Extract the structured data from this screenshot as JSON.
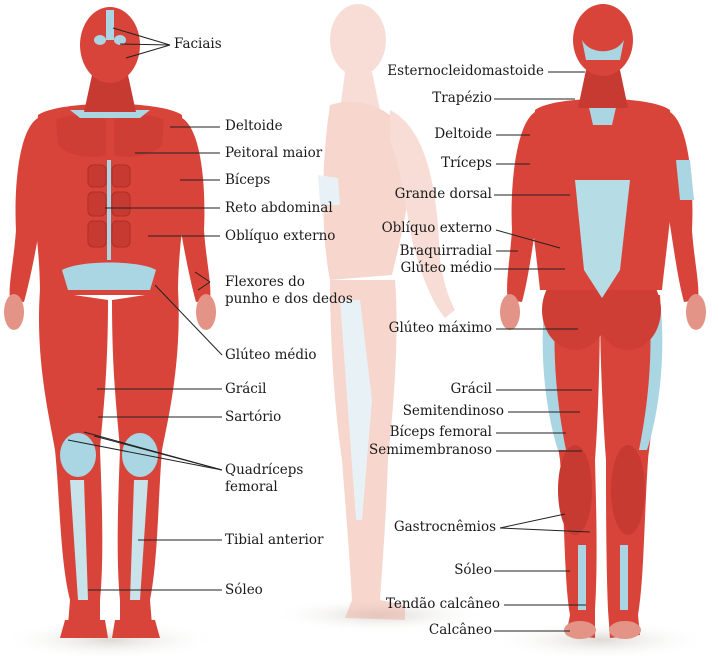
{
  "colors": {
    "muscle": "#d9443a",
    "muscle_dark": "#b8302a",
    "muscle_light": "#e8786b",
    "tendon": "#a9d6e2",
    "ghost": "#f2c3b6",
    "line": "#222222",
    "background": "#ffffff"
  },
  "front_labels": [
    {
      "id": "faciais",
      "text": "Faciais"
    },
    {
      "id": "deltoide",
      "text": "Deltoide"
    },
    {
      "id": "peitoral-maior",
      "text": "Peitoral maior"
    },
    {
      "id": "biceps",
      "text": "Bíceps"
    },
    {
      "id": "reto-abdominal",
      "text": "Reto abdominal"
    },
    {
      "id": "obliquo-externo",
      "text": "Oblíquo externo"
    },
    {
      "id": "flexores",
      "text": "Flexores do\npunho e dos dedos"
    },
    {
      "id": "gluteo-medio",
      "text": "Glúteo médio"
    },
    {
      "id": "gracil",
      "text": "Grácil"
    },
    {
      "id": "sartorio",
      "text": "Sartório"
    },
    {
      "id": "quadriceps",
      "text": "Quadríceps\nfemoral"
    },
    {
      "id": "tibial-anterior",
      "text": "Tibial anterior"
    },
    {
      "id": "soleo",
      "text": "Sóleo"
    }
  ],
  "back_labels": [
    {
      "id": "esternocleidomastoide",
      "text": "Esternocleidomastoide"
    },
    {
      "id": "trapezio",
      "text": "Trapézio"
    },
    {
      "id": "deltoide-back",
      "text": "Deltoide"
    },
    {
      "id": "triceps",
      "text": "Tríceps"
    },
    {
      "id": "grande-dorsal",
      "text": "Grande dorsal"
    },
    {
      "id": "obliquo-externo-back",
      "text": "Oblíquo externo"
    },
    {
      "id": "braquirradial",
      "text": "Braquirradial"
    },
    {
      "id": "gluteo-medio-back",
      "text": "Glúteo médio"
    },
    {
      "id": "gluteo-maximo",
      "text": "Glúteo máximo"
    },
    {
      "id": "gracil-back",
      "text": "Grácil"
    },
    {
      "id": "semitendinoso",
      "text": "Semitendinoso"
    },
    {
      "id": "biceps-femoral",
      "text": "Bíceps femoral"
    },
    {
      "id": "semimembranoso",
      "text": "Semimembranoso"
    },
    {
      "id": "gastrocnemios",
      "text": "Gastrocnêmios"
    },
    {
      "id": "soleo-back",
      "text": "Sóleo"
    },
    {
      "id": "tendao-calcaneo",
      "text": "Tendão calcâneo"
    },
    {
      "id": "calcaneo",
      "text": "Calcâneo"
    }
  ]
}
